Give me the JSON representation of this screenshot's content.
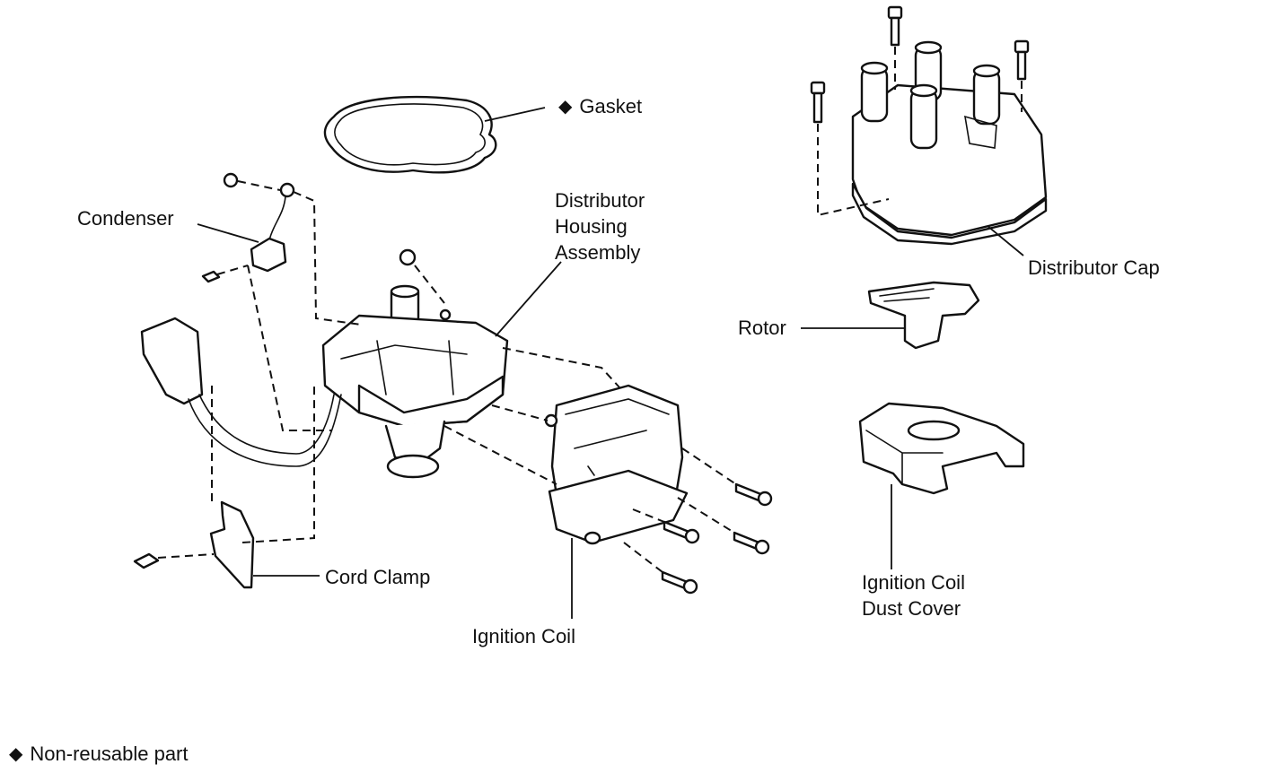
{
  "labels": {
    "gasket": "Gasket",
    "condenser": "Condenser",
    "distributor_housing_assembly": [
      "Distributor",
      "Housing",
      "Assembly"
    ],
    "distributor_cap": "Distributor Cap",
    "rotor": "Rotor",
    "cord_clamp": "Cord Clamp",
    "ignition_coil": "Ignition Coil",
    "ignition_coil_dust_cover": [
      "Ignition Coil",
      "Dust Cover"
    ]
  },
  "legend": {
    "symbol": "◆",
    "text": "Non-reusable part"
  }
}
